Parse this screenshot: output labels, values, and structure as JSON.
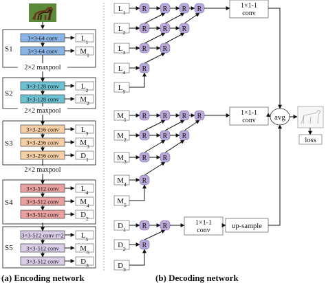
{
  "encoding": {
    "stages": [
      {
        "label": "S1",
        "convs": [
          "3×3-64 conv",
          "3×3-64 conv"
        ],
        "outputs": [
          "L",
          "M"
        ],
        "subs": [
          "1",
          "1"
        ],
        "color": "#8ab4e6"
      },
      {
        "label": "S2",
        "convs": [
          "3×3-128 conv",
          "3×3-128 conv"
        ],
        "outputs": [
          "L",
          "M"
        ],
        "subs": [
          "2",
          "2"
        ],
        "color": "#6cc2d2"
      },
      {
        "label": "S3",
        "convs": [
          "3×3-256 conv",
          "3×3-256 conv",
          "3×3-256 conv"
        ],
        "outputs": [
          "L",
          "M",
          "D"
        ],
        "subs": [
          "3",
          "3",
          "1"
        ],
        "color": "#f7cfa6"
      },
      {
        "label": "S4",
        "convs": [
          "3×3-512 conv",
          "3×3-512 conv",
          "3×3-512 conv"
        ],
        "outputs": [
          "L",
          "M",
          "D"
        ],
        "subs": [
          "4",
          "4",
          "2"
        ],
        "color": "#e8a0a0"
      },
      {
        "label": "S5",
        "convs": [
          "3×3-512 conv r=2",
          "3×3-512 conv",
          "3×3-512 conv"
        ],
        "outputs": [
          "L",
          "M",
          "D"
        ],
        "subs": [
          "5",
          "5",
          "3"
        ],
        "color": "#d9cde8"
      }
    ],
    "pools": [
      "2×2 maxpool",
      "2×2 maxpool",
      "2×2 maxpool"
    ],
    "caption": "(a) Encoding network"
  },
  "decoding": {
    "groups": [
      {
        "inputs": [
          [
            "L",
            "1"
          ],
          [
            "L",
            "2"
          ],
          [
            "L",
            "3"
          ],
          [
            "L",
            "4"
          ],
          [
            "L",
            "5"
          ]
        ],
        "conv": [
          "1×1-1",
          "conv"
        ]
      },
      {
        "inputs": [
          [
            "M",
            "1"
          ],
          [
            "M",
            "2"
          ],
          [
            "M",
            "3"
          ],
          [
            "M",
            "4"
          ],
          [
            "M",
            "5"
          ]
        ],
        "conv": [
          "1×1-1",
          "conv"
        ]
      },
      {
        "inputs": [
          [
            "D",
            "1"
          ],
          [
            "D",
            "2"
          ],
          [
            "D",
            "3"
          ]
        ],
        "conv": [
          "1×1-1",
          "conv"
        ],
        "upsample": "up-sample"
      }
    ],
    "node_label": "R",
    "avg": "avg",
    "loss": "loss",
    "caption": "(b) Decoding network"
  },
  "colors": {
    "node": "#b8a9d9",
    "node_stroke": "#7a6aa8",
    "horse_bg": "#5a8a3a"
  }
}
